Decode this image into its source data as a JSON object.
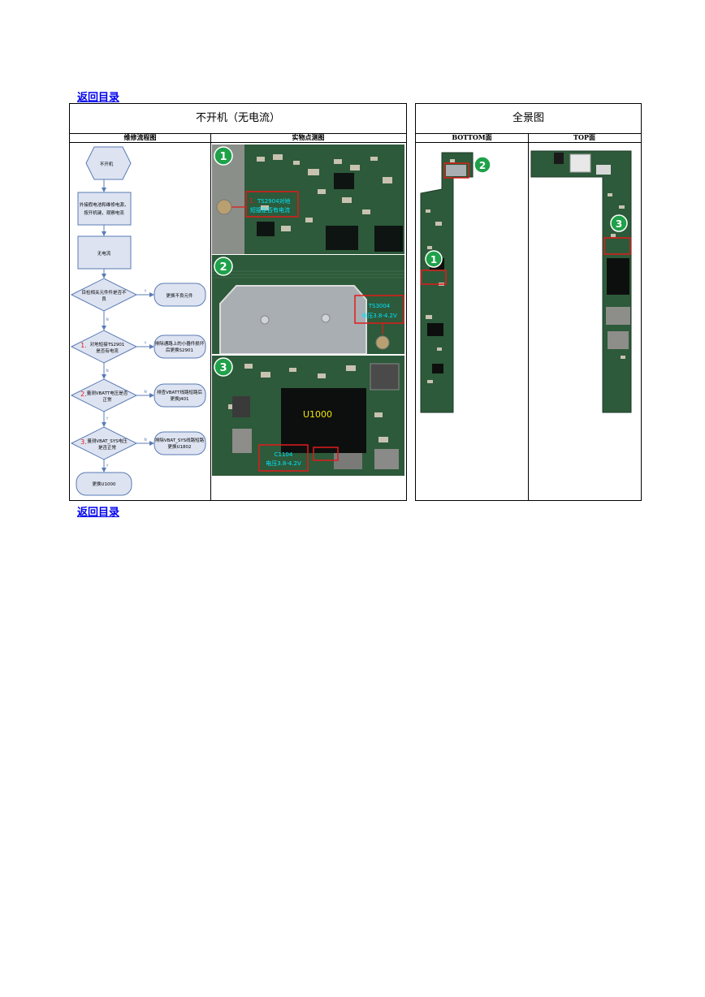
{
  "nav": {
    "back_link_top": "返回目录",
    "back_link_bottom": "返回目录"
  },
  "left_panel": {
    "title": "不开机（无电流）",
    "col1_header": "维修流程图",
    "col2_header": "实物点测图"
  },
  "right_panel": {
    "title": "全景图",
    "col1_header": "BOTTOM面",
    "col2_header": "TOP面"
  },
  "flowchart": {
    "start": "不开机",
    "step1_line1": "外接假电池和维修电源，",
    "step1_line2": "按开机键，观察电流",
    "step2": "无电流",
    "d1_line1": "目检相关元件件是否不",
    "d1_line2": "良",
    "d1_yes": "更换不良元件",
    "d2_num": "1.",
    "d2_line1": "对地短接TS2901",
    "d2_line2": "是否有电流",
    "d2_yes_line1": "排除通路上的小器件损坏",
    "d2_yes_line2": "后更换S2901",
    "d3_num": "2.",
    "d3_line1": "量测VBATT电压是否",
    "d3_line2": "正常",
    "d3_no_line1": "排查VBATT线路短路后",
    "d3_no_line2": "更换J401",
    "d4_num": "3.",
    "d4_line1": "量测VBAT_SYS电压",
    "d4_line2": "是否正常",
    "d4_no_line1": "排除VBAT_SYS线路短路",
    "d4_no_line2": "更换U1802",
    "end": "更换U1000",
    "label_y": "Y",
    "label_n": "N"
  },
  "photos": {
    "p1_badge": "1",
    "p1_num": "1.",
    "p1_line1": "TS2904对地",
    "p1_line2": "短接是否有电流",
    "p2_badge": "2",
    "p2_line1": "TS3004",
    "p2_line2": "电压3.8-4.2V",
    "p3_badge": "3",
    "p3_chip": "U1000",
    "p3_line1": "C1104",
    "p3_line2": "电压3.8-4.2V"
  },
  "boards": {
    "badge_1": "1",
    "badge_2": "2",
    "badge_3": "3"
  },
  "colors": {
    "link": "#0000ee",
    "badge_green": "#1fa14a",
    "highlight_red": "#e01b1b",
    "annotation_cyan": "#00e5ff",
    "chip_yellow": "#f2e600",
    "flow_fill": "#dde3f1",
    "flow_stroke": "#5b7bb5",
    "pcb_green": "#2d5a3a"
  }
}
